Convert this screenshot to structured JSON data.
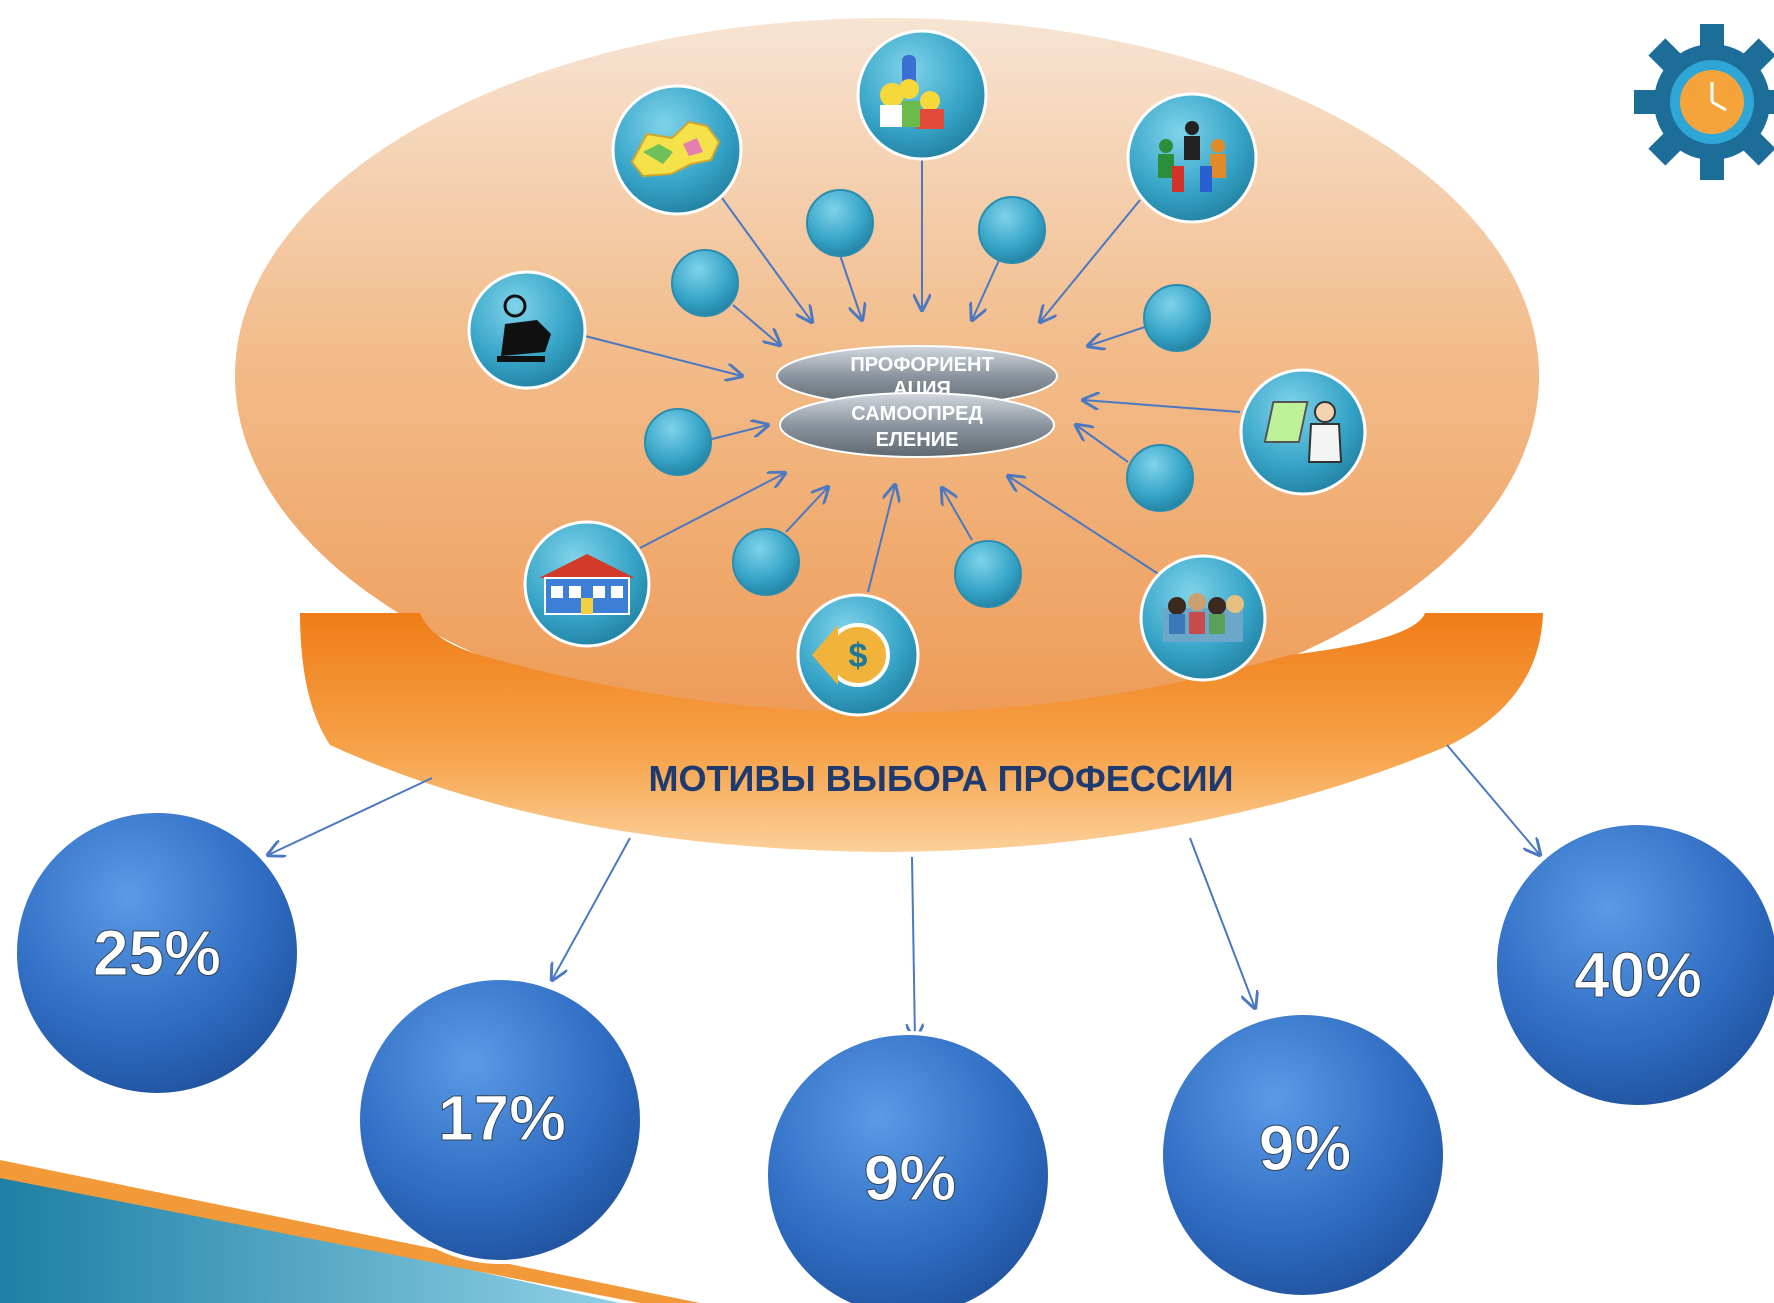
{
  "center_top": [
    "ПРОФОРИЕНТ",
    "АЦИЯ"
  ],
  "center_bottom": [
    "САМООПРЕД",
    "ЕЛЕНИЕ"
  ],
  "banner_title": "МОТИВЫ ВЫБОРА ПРОФЕССИИ",
  "percentages": [
    "25%",
    "17%",
    "9%",
    "9%",
    "40%"
  ],
  "icons": [
    "russia-map-icon",
    "simpsons-family-icon",
    "people-circle-icon",
    "idea-person-icon",
    "presenter-icon",
    "school-building-icon",
    "money-icon",
    "students-group-icon"
  ],
  "colors": {
    "ellipse": "#f0b07a",
    "banner": "#f28a26",
    "title": "#1f3a6e",
    "percent_circle": "#2e6fc4",
    "small_circle": "#3aa6c8",
    "arrow": "#4a78c2"
  }
}
